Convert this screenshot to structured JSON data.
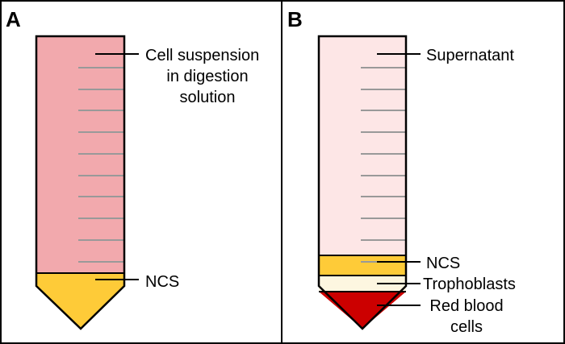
{
  "panel_a": {
    "letter": "A",
    "labels": {
      "suspension_line1": "Cell suspension",
      "suspension_line2": "in digestion",
      "suspension_line3": "solution",
      "ncs": "NCS"
    }
  },
  "panel_b": {
    "letter": "B",
    "labels": {
      "supernatant": "Supernatant",
      "ncs": "NCS",
      "trophoblasts": "Trophoblasts",
      "rbc_line1": "Red blood",
      "rbc_line2": "cells"
    }
  },
  "colors": {
    "suspension": "#f2a9ad",
    "supernatant": "#fde6e6",
    "ncs": "#fecb38",
    "trophoblasts": "#fdf6e0",
    "red_blood_cells": "#cc0000",
    "graduation": "#999999"
  }
}
